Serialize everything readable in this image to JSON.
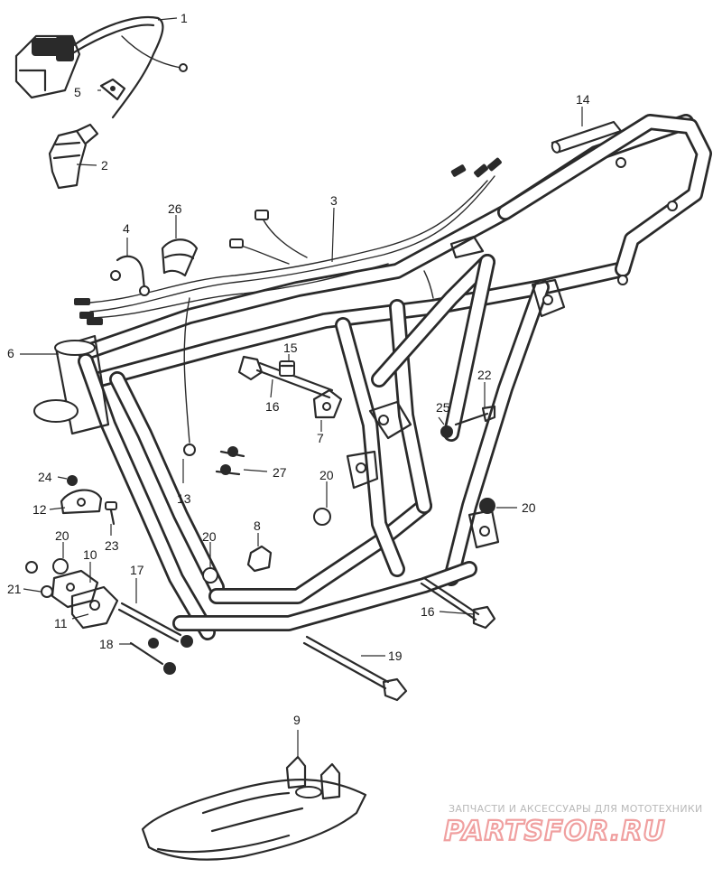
{
  "callouts": [
    {
      "id": "c1",
      "num": "1"
    },
    {
      "id": "c2",
      "num": "2"
    },
    {
      "id": "c3",
      "num": "3"
    },
    {
      "id": "c4",
      "num": "4"
    },
    {
      "id": "c5",
      "num": "5"
    },
    {
      "id": "c6",
      "num": "6"
    },
    {
      "id": "c7",
      "num": "7"
    },
    {
      "id": "c8",
      "num": "8"
    },
    {
      "id": "c9",
      "num": "9"
    },
    {
      "id": "c10",
      "num": "10"
    },
    {
      "id": "c11",
      "num": "11"
    },
    {
      "id": "c12",
      "num": "12"
    },
    {
      "id": "c13",
      "num": "13"
    },
    {
      "id": "c14",
      "num": "14"
    },
    {
      "id": "c15",
      "num": "15"
    },
    {
      "id": "c16a",
      "num": "16"
    },
    {
      "id": "c16b",
      "num": "16"
    },
    {
      "id": "c17",
      "num": "17"
    },
    {
      "id": "c18",
      "num": "18"
    },
    {
      "id": "c19",
      "num": "19"
    },
    {
      "id": "c20a",
      "num": "20"
    },
    {
      "id": "c20b",
      "num": "20"
    },
    {
      "id": "c20c",
      "num": "20"
    },
    {
      "id": "c20d",
      "num": "20"
    },
    {
      "id": "c21",
      "num": "21"
    },
    {
      "id": "c22",
      "num": "22"
    },
    {
      "id": "c23",
      "num": "23"
    },
    {
      "id": "c24",
      "num": "24"
    },
    {
      "id": "c25",
      "num": "25"
    },
    {
      "id": "c26",
      "num": "26"
    },
    {
      "id": "c27",
      "num": "27"
    }
  ],
  "watermark": {
    "tagline": "ЗАПЧАСТИ И АКСЕССУАРЫ ДЛЯ МОТОТЕХНИКИ",
    "brand": "PARTSFOR.RU",
    "tagline_color": "#b8b8b8",
    "brand_color": "#f0a0a0"
  },
  "colors": {
    "line": "#2a2a2a",
    "background": "#ffffff"
  }
}
